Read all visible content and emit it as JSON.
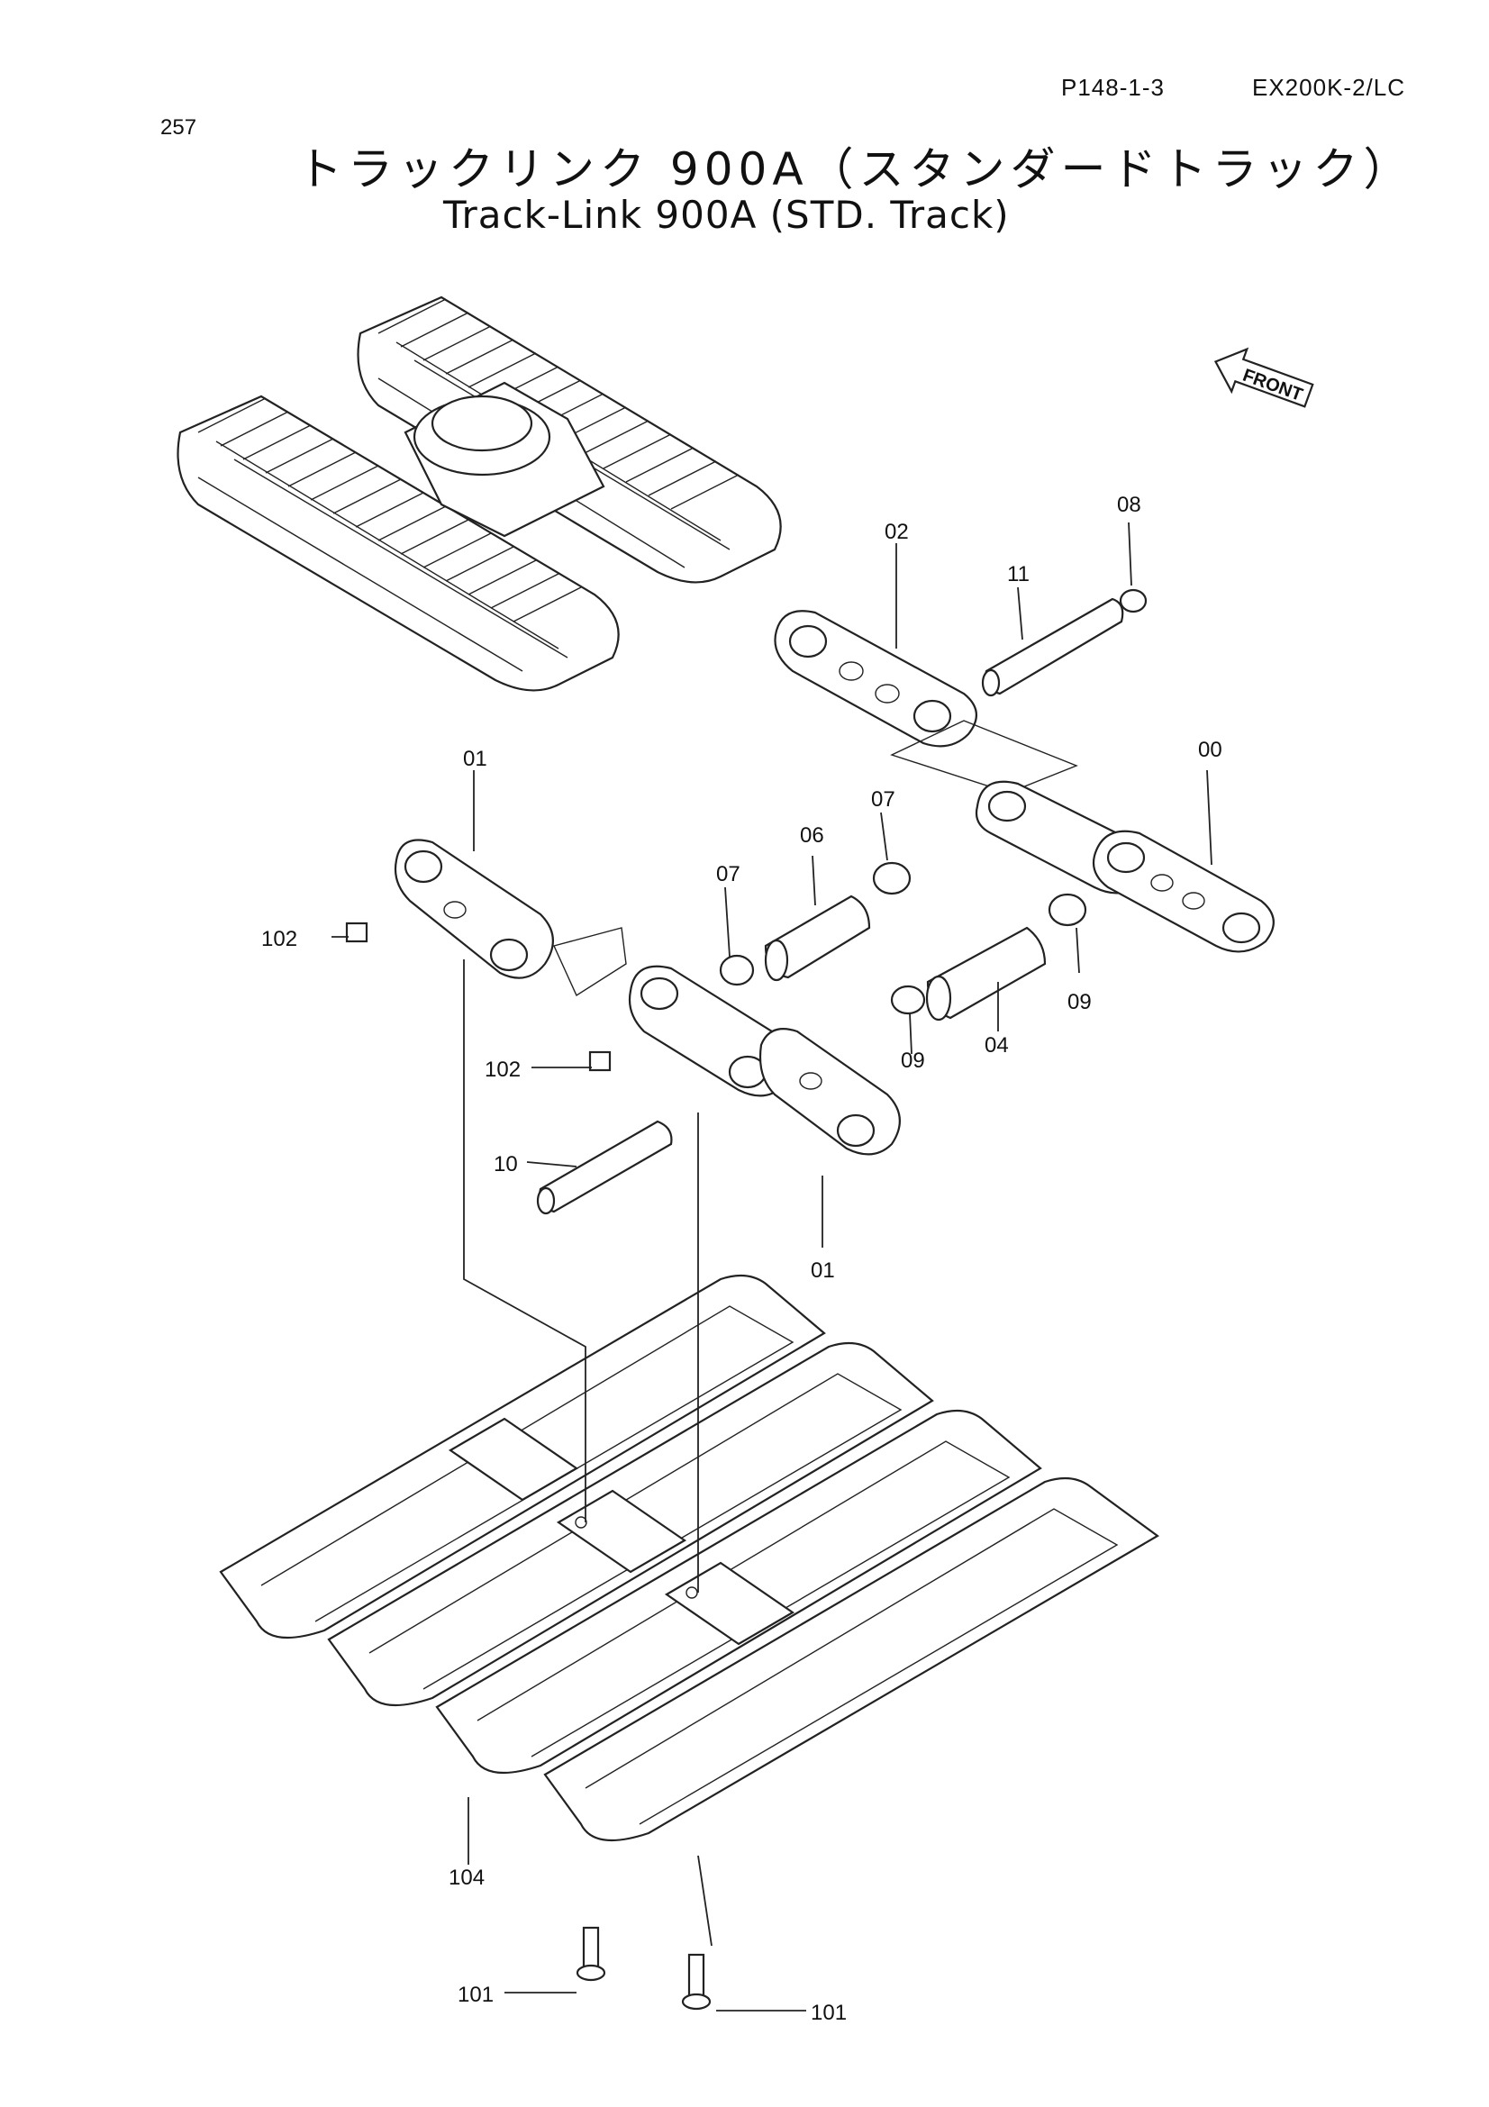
{
  "header": {
    "page_number": "257",
    "page_code": "P148-1-3",
    "model": "EX200K-2/LC"
  },
  "title": {
    "japanese": "トラックリンク 900A（スタンダードトラック）",
    "english": "Track-Link 900A (STD. Track)"
  },
  "front_arrow": {
    "label": "FRONT"
  },
  "callouts": [
    "00",
    "01",
    "01",
    "02",
    "04",
    "06",
    "07",
    "07",
    "08",
    "09",
    "09",
    "10",
    "11",
    "101",
    "101",
    "102",
    "102",
    "104"
  ]
}
